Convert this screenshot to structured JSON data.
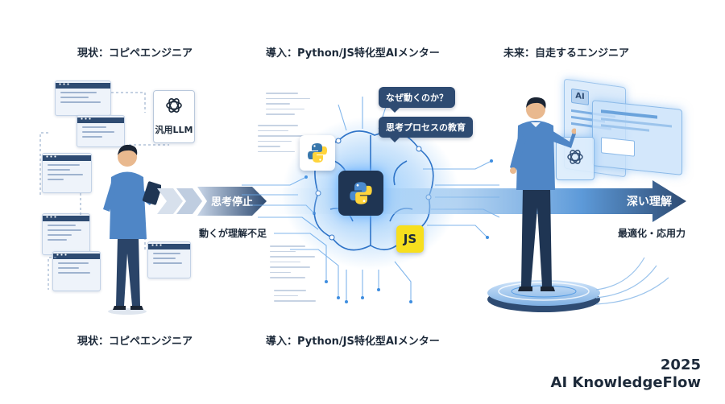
{
  "headings": {
    "left_top": "現状：コピペエンジニア",
    "center_top": "導入：Python/JS特化型AIメンター",
    "right_top": "未来：自走するエンジニア",
    "left_bottom": "現状：コピペエンジニア",
    "center_bottom": "導入：Python/JS特化型AIメンター"
  },
  "left": {
    "llm_label": "汎用LLM",
    "arrow_label": "思考停止",
    "caption": "動くが理解不足"
  },
  "center": {
    "bubble_1": "なぜ動くのか？",
    "bubble_2": "思考プロセスの教育",
    "js_badge": "JS"
  },
  "right": {
    "arrow_label": "深い理解",
    "caption": "最適化・応用力",
    "screen_badge": "AI"
  },
  "footer": {
    "year": "2025",
    "brand": "AI KnowledgeFlow"
  },
  "colors": {
    "navy": "#2e4b72",
    "blue": "#3f78c4",
    "accent": "#1e88e5",
    "python_yellow": "#ffd43b",
    "js_yellow": "#f7df1e"
  }
}
